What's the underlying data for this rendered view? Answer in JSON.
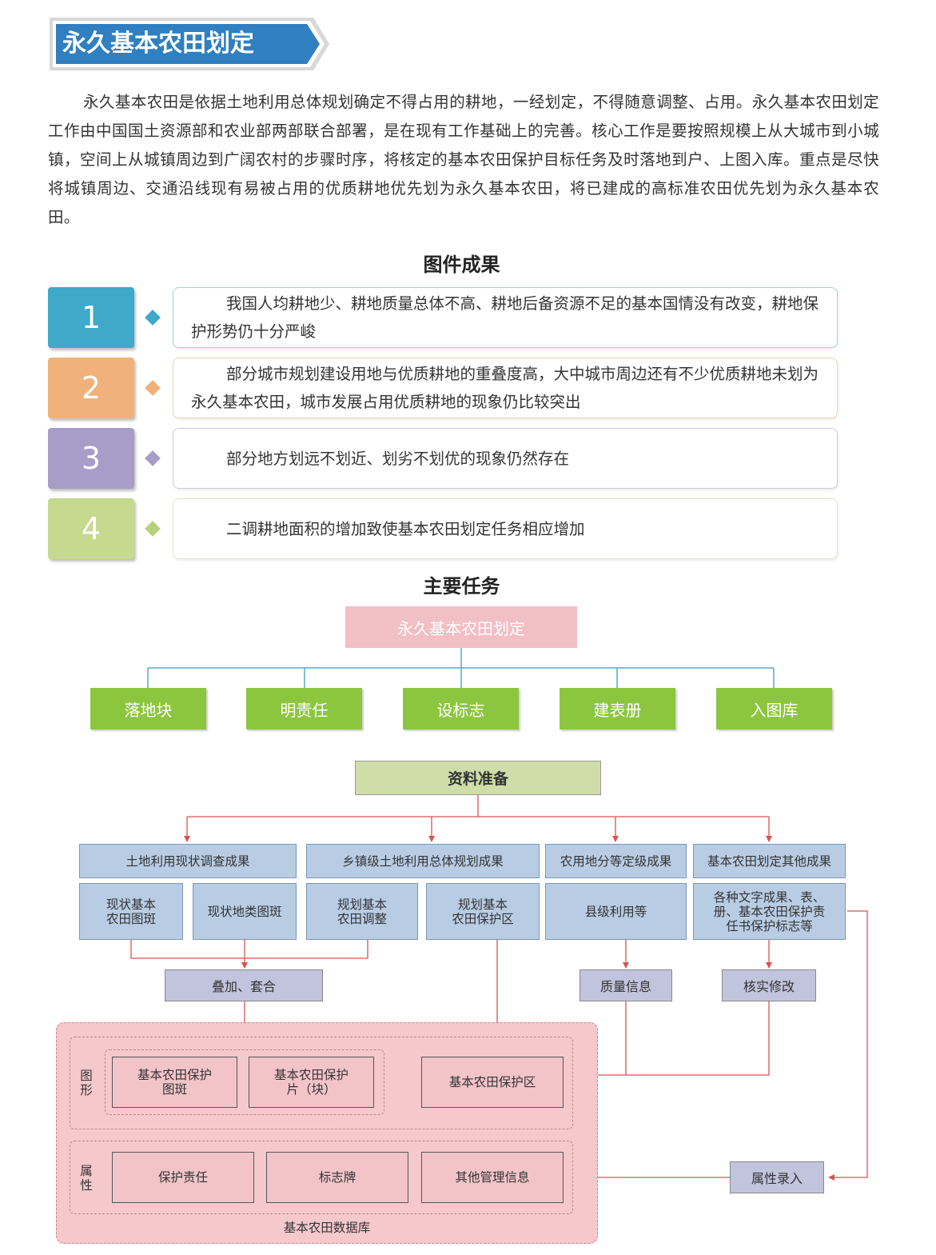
{
  "title": "永久基本农田划定",
  "intro": "永久基本农田是依据土地利用总体规划确定不得占用的耕地，一经划定，不得随意调整、占用。永久基本农田划定工作由中国国土资源部和农业部两部联合部署，是在现有工作基础上的完善。核心工作是要按照规模上从大城市到小城镇，空间上从城镇周边到广阔农村的步骤时序，将核定的基本农田保护目标任务及时落地到户、上图入库。重点是尽快将城镇周边、交通沿线现有易被占用的优质耕地优先划为永久基本农田，将已建成的高标准农田优先划为永久基本农田。",
  "section1_title": "图件成果",
  "items": [
    {
      "num": "1",
      "color": "#3fa9c9",
      "text": "我国人均耕地少、耕地质量总体不高、耕地后备资源不足的基本国情没有改变，耕地保护形势仍十分严峻"
    },
    {
      "num": "2",
      "color": "#f0b27a",
      "text": "部分城市规划建设用地与优质耕地的重叠度高，大中城市周边还有不少优质耕地未划为永久基本农田，城市发展占用优质耕地的现象仍比较突出"
    },
    {
      "num": "3",
      "color": "#a89cc8",
      "text": "部分地方划远不划近、划劣不划优的现象仍然存在"
    },
    {
      "num": "4",
      "color": "#c5d98f",
      "text": "二调耕地面积的增加致使基本农田划定任务相应增加"
    }
  ],
  "section2_title": "主要任务",
  "tasks": {
    "root": "永久基本农田划定",
    "children": [
      "落地块",
      "明责任",
      "设标志",
      "建表册",
      "入图库"
    ]
  },
  "flow": {
    "prep": "资料准备",
    "categories": [
      "土地利用现状调查成果",
      "乡镇级土地利用总体规划成果",
      "农用地分等定级成果",
      "基本农田划定其他成果"
    ],
    "sub": [
      "现状基本\n农田图斑",
      "现状地类图斑",
      "规划基本\n农田调整",
      "规划基本\n农田保护区",
      "县级利用等",
      "各种文字成果、表、\n册、基本农田保护责\n任书保护标志等"
    ],
    "overlay": "叠加、套合",
    "quality": "质量信息",
    "verify": "核实修改",
    "attr_input": "属性录入",
    "graphic_label": "图\n形",
    "attr_label": "属\n性",
    "db": {
      "graphic": [
        "基本农田保护\n图斑",
        "基本农田保护\n片（块）",
        "基本农田保护区"
      ],
      "attributes": [
        "保护责任",
        "标志牌",
        "其他管理信息"
      ],
      "label": "基本农田数据库"
    }
  }
}
